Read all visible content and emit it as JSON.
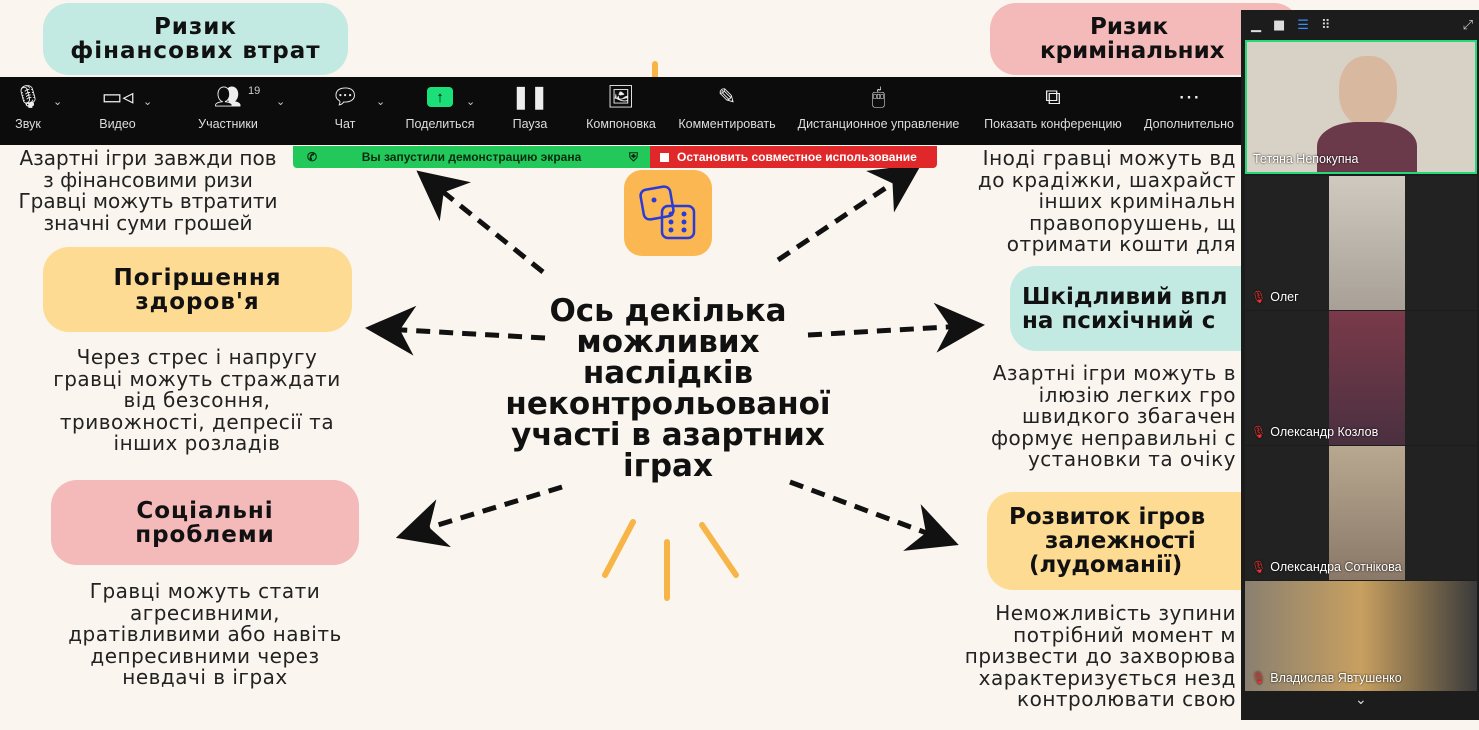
{
  "slide": {
    "title": "Ось декілька можливих наслідків неконтрольованої участі в азартних іграх",
    "title_lines": [
      "Ось декілька",
      "можливих",
      "наслідків",
      "неконтрольованої",
      "участі в азартних",
      "іграх"
    ],
    "left": [
      {
        "heading": [
          "Ризик",
          "фінансових втрат"
        ],
        "text": [
          "Азартні ігри завжди пов",
          "з фінансовими ризи",
          "Гравці можуть втратити",
          "значні суми грошей"
        ],
        "color": "#c2eae2"
      },
      {
        "heading": [
          "Погіршення",
          "здоров'я"
        ],
        "text": [
          "Через стрес і напругу",
          "гравці можуть страждати",
          "від безсоння,",
          "тривожності, депресії та",
          "інших розладів"
        ],
        "color": "#fddb93"
      },
      {
        "heading": [
          "Соціальні",
          "проблеми"
        ],
        "text": [
          "Гравці можуть стати",
          "агресивними,",
          "дратівливими або навіть",
          "депресивними через",
          "невдачі в іграх"
        ],
        "color": "#f4b9b9"
      }
    ],
    "right": [
      {
        "heading": [
          "Ризик",
          "кримінальних"
        ],
        "text": [
          "Іноді гравці можуть вд",
          "до крадіжки, шахрайст",
          "інших кримінальн",
          "правопорушень, щ",
          "отримати кошти для"
        ],
        "color": "#f4b9b9"
      },
      {
        "heading": [
          "Шкідливий впл",
          "на психічний с"
        ],
        "text": [
          "Азартні ігри можуть в",
          "ілюзію легких гро",
          "швидкого збагачен",
          "формує неправильні с",
          "установки та очіку"
        ],
        "color": "#c2eae2"
      },
      {
        "heading": [
          "Розвиток ігров",
          "залежності",
          "(лудоманії)"
        ],
        "text": [
          "Неможливість зупини",
          "потрібний момент м",
          "призвести до захворюва",
          "характеризується незд",
          "контролювати свою"
        ],
        "color": "#fddb93"
      }
    ]
  },
  "toolbar": {
    "items": [
      {
        "label": "Звук",
        "icon": "microphone-icon"
      },
      {
        "label": "Видео",
        "icon": "video-camera-icon"
      },
      {
        "label": "Участники",
        "icon": "participants-icon",
        "badge": "19"
      },
      {
        "label": "Чат",
        "icon": "chat-icon"
      },
      {
        "label": "Поделиться",
        "icon": "share-screen-icon"
      },
      {
        "label": "Пауза",
        "icon": "pause-icon"
      },
      {
        "label": "Компоновка",
        "icon": "layout-icon"
      },
      {
        "label": "Комментировать",
        "icon": "pencil-icon"
      },
      {
        "label": "Дистанционное управление",
        "icon": "mouse-icon"
      },
      {
        "label": "Показать конференцию",
        "icon": "show-meeting-icon"
      },
      {
        "label": "Дополнительно",
        "icon": "more-icon"
      }
    ]
  },
  "banner": {
    "sharing": "Вы запустили демонстрацию экрана",
    "stop": "Остановить совместное использование"
  },
  "participants": [
    {
      "name": "Тетяна Непокупна",
      "muted": false,
      "active": true
    },
    {
      "name": "Олег",
      "muted": true
    },
    {
      "name": "Олександр Козлов",
      "muted": true
    },
    {
      "name": "Олександра Сотнікова",
      "muted": true
    },
    {
      "name": "Владислав Явтушенко",
      "muted": true
    }
  ],
  "colors": {
    "accent": "#22c95a",
    "stop": "#e0282a",
    "dice_bg": "#fbb751"
  }
}
